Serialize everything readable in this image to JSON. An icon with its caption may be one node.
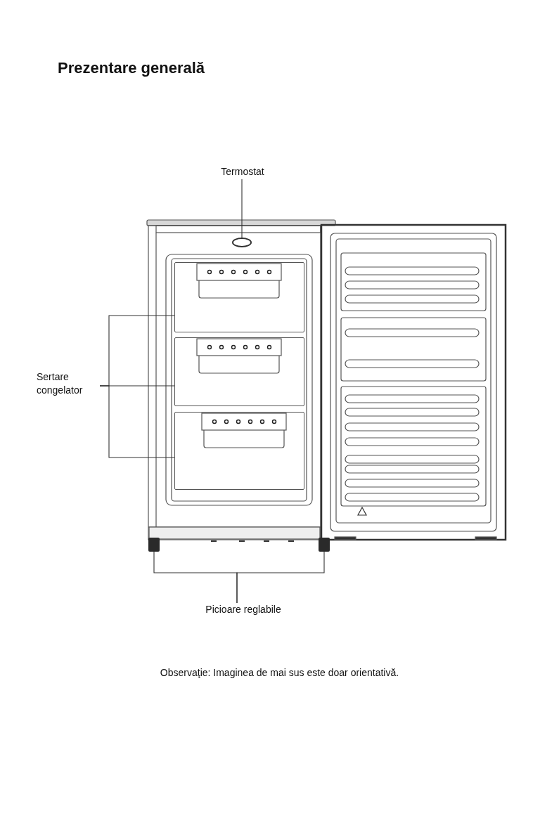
{
  "diagram": {
    "title": "Prezentare generală",
    "nodes": [
      {
        "text": [
          "Termostat"
        ]
      },
      {
        "text": [],
        "shape": "circle"
      },
      {
        "text": [
          "Sertare congelator"
        ]
      },
      {
        "text": [],
        "shape": "box"
      },
      {
        "text": [],
        "shape": "box"
      },
      {
        "text": [],
        "shape": "box"
      },
      {
        "text": [
          "Picioare reglabile"
        ]
      },
      {
        "text": [],
        "shape": "box"
      },
      {
        "text": [],
        "shape": "box"
      }
    ],
    "edges": [
      {
        "from": 0,
        "to": 1,
        "arrow": "none"
      },
      {
        "from": 2,
        "to": 3,
        "arrow": "none"
      },
      {
        "from": 2,
        "to": 4,
        "arrow": "none"
      },
      {
        "from": 2,
        "to": 5,
        "arrow": "none"
      },
      {
        "from": 6,
        "to": 7,
        "arrow": "none"
      },
      {
        "from": 6,
        "to": 8,
        "arrow": "none"
      }
    ],
    "labels": [
      "Observaţie: Imaginea de mai sus este doar orientativă."
    ]
  }
}
